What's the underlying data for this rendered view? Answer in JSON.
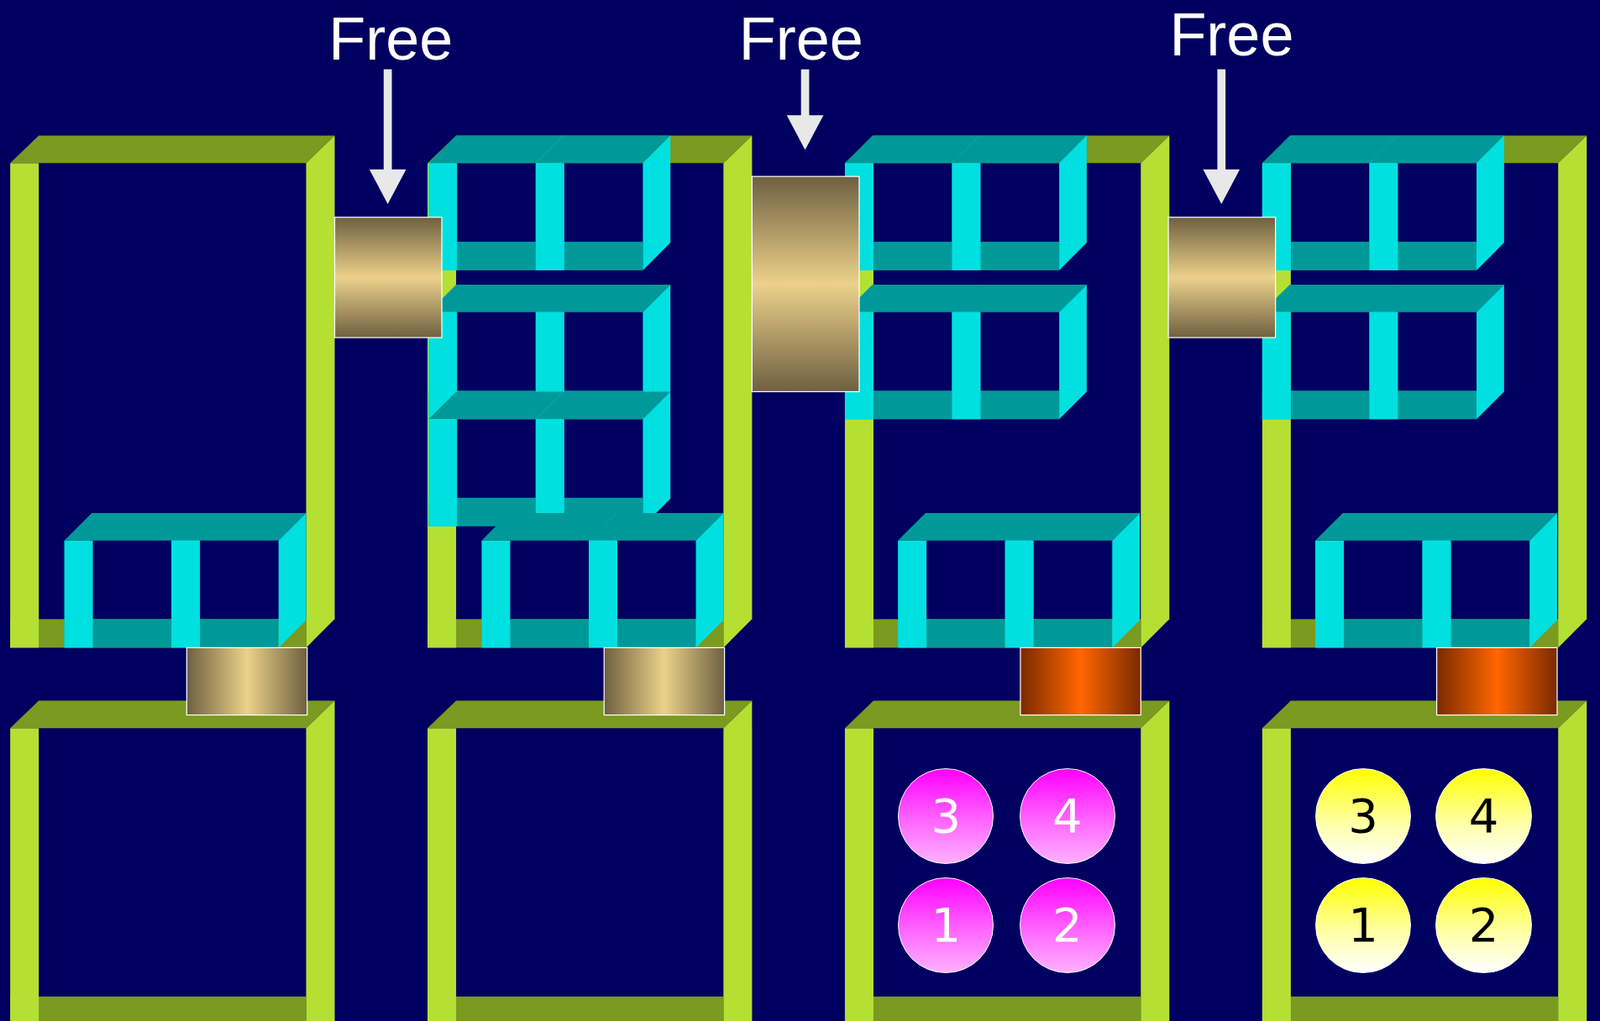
{
  "diagram": {
    "nodes": [
      {
        "text": [
          "3"
        ]
      },
      {
        "text": [
          "4"
        ]
      },
      {
        "text": [
          "1"
        ]
      },
      {
        "text": [
          "2"
        ]
      },
      {
        "text": [
          "3"
        ]
      },
      {
        "text": [
          "4"
        ]
      },
      {
        "text": [
          "1"
        ]
      },
      {
        "text": [
          "2"
        ]
      }
    ],
    "labels": [
      "Free",
      "Free",
      "Free"
    ]
  }
}
